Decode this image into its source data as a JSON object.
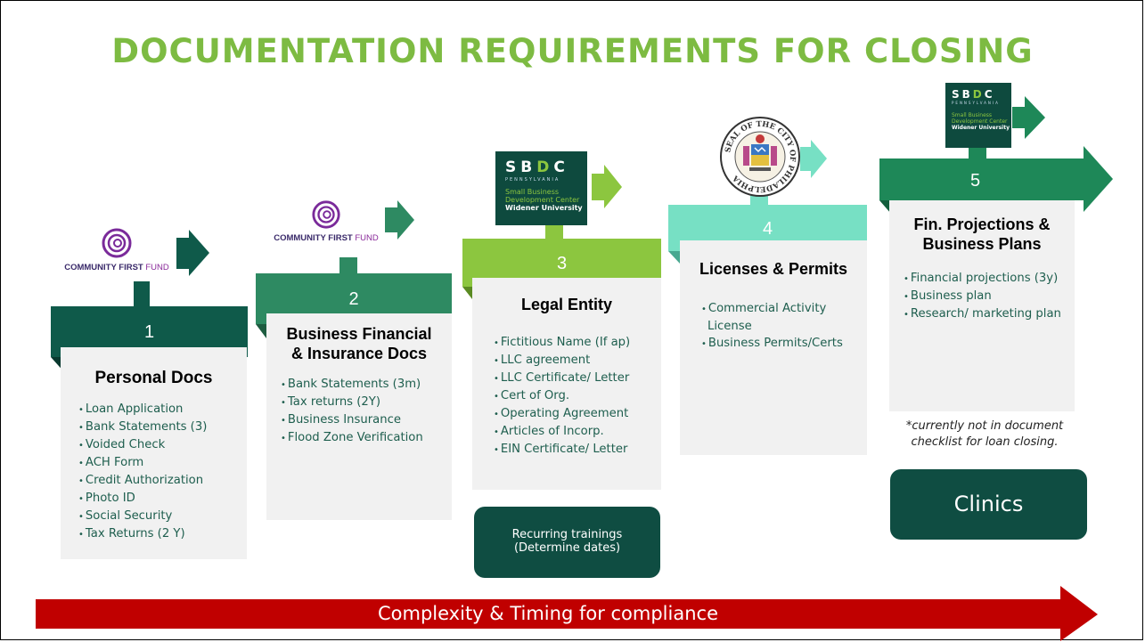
{
  "title": "DOCUMENTATION REQUIREMENTS FOR CLOSING",
  "colors": {
    "title": "#7dbb42",
    "step1": "#0f5a4a",
    "step2": "#2e8a62",
    "step3": "#8cc63f",
    "step4": "#77e0c4",
    "step5": "#1e8858",
    "bottom_arrow": "#c00000",
    "pill": "#0f4d42"
  },
  "logos": {
    "cff": {
      "name": "COMMUNITY FIRST",
      "suffix": "FUND"
    },
    "sbdc": {
      "letters": "SBDC",
      "state": "PENNSYLVANIA",
      "line1": "Small Business",
      "line2": "Development Center",
      "line3": "Widener University",
      "line2_combined": "Development Center",
      "small_line1": "Small Business Development Center"
    },
    "seal": {
      "ring_text": "SEAL OF THE CITY OF PHILADELPHIA"
    }
  },
  "steps": [
    {
      "number": "1",
      "title": "Personal Docs",
      "items": [
        "Loan Application",
        "Bank Statements (3)",
        "Voided Check",
        "ACH Form",
        "Credit Authorization",
        "Photo ID",
        "Social Security",
        "Tax Returns (2 Y)"
      ]
    },
    {
      "number": "2",
      "title_line1": "Business Financial",
      "title_line2": "& Insurance Docs",
      "items": [
        "Bank Statements (3m)",
        "Tax returns (2Y)",
        "Business Insurance",
        "Flood Zone Verification"
      ]
    },
    {
      "number": "3",
      "title": "Legal Entity",
      "items": [
        "Fictitious Name (If ap)",
        "LLC agreement",
        "LLC Certificate/ Letter",
        "Cert of Org.",
        "Operating Agreement",
        "Articles of Incorp.",
        "EIN Certificate/ Letter"
      ],
      "pill_line1": "Recurring trainings",
      "pill_line2": "(Determine dates)"
    },
    {
      "number": "4",
      "title": "Licenses & Permits",
      "items": [
        "Commercial Activity License",
        "Business Permits/Certs"
      ]
    },
    {
      "number": "5",
      "title_line1": "Fin. Projections &",
      "title_line2": "Business Plans",
      "items": [
        "Financial projections (3y)",
        "Business plan",
        "Research/ marketing plan"
      ],
      "note_line1": "*currently not in document",
      "note_line2": "checklist for loan closing.",
      "pill": "Clinics"
    }
  ],
  "bottom_arrow_label": "Complexity & Timing for compliance"
}
